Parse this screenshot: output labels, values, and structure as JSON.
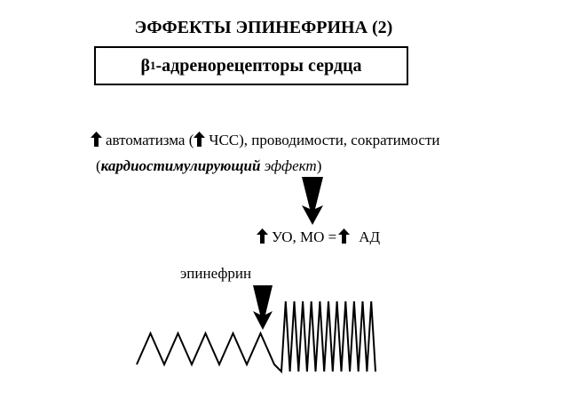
{
  "title": "ЭФФЕКТЫ ЭПИНЕФРИНА (2)",
  "receptor": {
    "prefix": "β",
    "subscript": "1",
    "suffix": "-адренорецепторы сердца"
  },
  "effects_line": {
    "part1": "автоматизма (",
    "part2": "ЧСС), проводимости, сократимости"
  },
  "effect_name": {
    "open": "(",
    "bold_italic": "кардиостимулирующий",
    "italic": "эффект",
    "close": ")"
  },
  "result_line": {
    "part1": "УО, МО =",
    "part2": "АД"
  },
  "drug_label": "эпинефрин",
  "icons": {
    "up": "up-arrow-icon",
    "down": "down-arrow-icon"
  },
  "trace": {
    "before_cycles": 5,
    "after_cycles": 11
  }
}
